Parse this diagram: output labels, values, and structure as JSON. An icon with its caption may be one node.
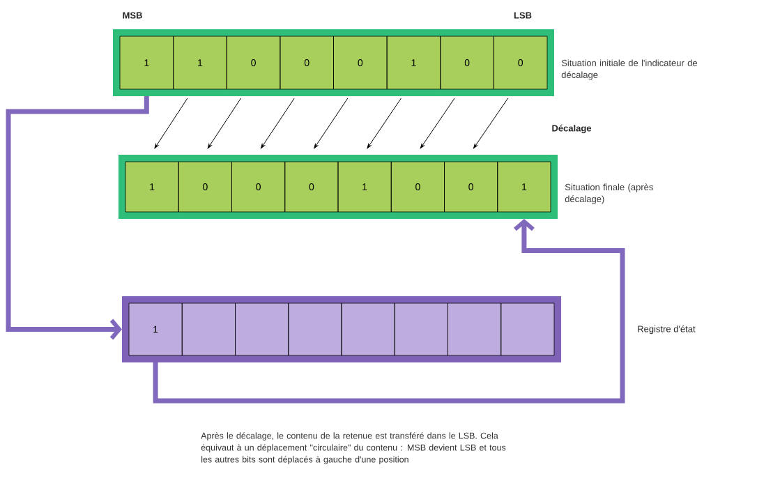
{
  "diagram": {
    "nodes": [
      {
        "text": [],
        "shape": "box",
        "beside": [
          "Situation initiale de l'indicateur de décalage"
        ]
      },
      {
        "text": [
          "1"
        ],
        "in": 0
      },
      {
        "text": [
          "1"
        ],
        "in": 0
      },
      {
        "text": [
          "0"
        ],
        "in": 0
      },
      {
        "text": [
          "0"
        ],
        "in": 0
      },
      {
        "text": [
          "0"
        ],
        "in": 0
      },
      {
        "text": [
          "1"
        ],
        "in": 0
      },
      {
        "text": [
          "0"
        ],
        "in": 0
      },
      {
        "text": [
          "0"
        ],
        "in": 0
      },
      {
        "text": [],
        "shape": "box",
        "beside": [
          "Situation finale (après décalage)"
        ]
      },
      {
        "text": [
          "1"
        ],
        "in": 9
      },
      {
        "text": [
          "0"
        ],
        "in": 9
      },
      {
        "text": [
          "0"
        ],
        "in": 9
      },
      {
        "text": [
          "0"
        ],
        "in": 9
      },
      {
        "text": [
          "1"
        ],
        "in": 9
      },
      {
        "text": [
          "0"
        ],
        "in": 9
      },
      {
        "text": [
          "0"
        ],
        "in": 9
      },
      {
        "text": [
          "1"
        ],
        "in": 9
      },
      {
        "text": [],
        "shape": "box"
      },
      {
        "text": [
          "1"
        ],
        "in": 18
      },
      {
        "text": [],
        "shape": "box",
        "in": 18
      },
      {
        "text": [],
        "shape": "box",
        "in": 18
      },
      {
        "text": [],
        "shape": "box",
        "in": 18
      },
      {
        "text": [],
        "shape": "box",
        "in": 18
      },
      {
        "text": [],
        "shape": "box",
        "in": 18
      },
      {
        "text": [],
        "shape": "box",
        "in": 18
      },
      {
        "text": [],
        "shape": "box",
        "in": 18
      }
    ],
    "edges": [
      {
        "from": 2,
        "to": 10,
        "arrow": "to"
      },
      {
        "from": 3,
        "to": 11,
        "arrow": "to"
      },
      {
        "from": 4,
        "to": 12,
        "arrow": "to"
      },
      {
        "from": 5,
        "to": 13,
        "arrow": "to"
      },
      {
        "from": 6,
        "to": 14,
        "arrow": "to"
      },
      {
        "from": 7,
        "to": 15,
        "arrow": "to"
      },
      {
        "from": 8,
        "to": 16,
        "arrow": "to"
      },
      {
        "from": 1,
        "to": 19,
        "arrow": "to",
        "style": "thick",
        "color": "#8069bd"
      },
      {
        "from": 19,
        "to": 17,
        "arrow": "to",
        "style": "thick",
        "color": "#8069bd"
      }
    ],
    "labels": [
      "MSB",
      "LSB",
      "Décalage",
      "Registre d'état"
    ],
    "caption": "Après le décalage, le contenu de la retenue est transféré dans le LSB. Cela équivaut à un déplacement \"circulaire\" du contenu : MSB devient LSB et tous les autres bits sont déplacés à gauche d'une position"
  }
}
